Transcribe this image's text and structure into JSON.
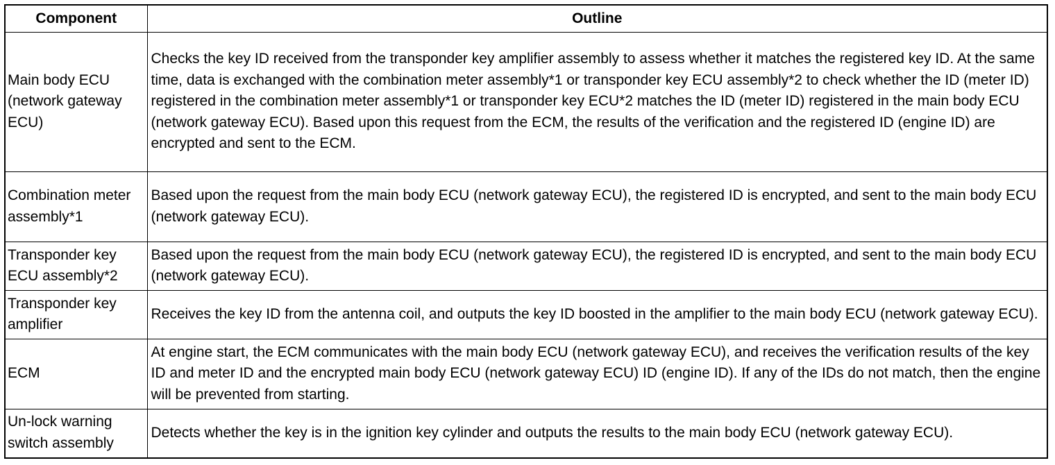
{
  "table": {
    "headers": [
      "Component",
      "Outline"
    ],
    "rows": [
      {
        "component": "Main body ECU (network gateway ECU)",
        "outline": "Checks the key ID received from the transponder key amplifier assembly to assess whether it matches the registered key ID. At the same time, data is exchanged with the combination meter assembly*1 or transponder key ECU assembly*2 to check whether the ID (meter ID) registered in the combination meter assembly*1 or transponder key ECU*2 matches the ID (meter ID) registered in the main body ECU (network gateway ECU). Based upon this request from the ECM, the results of the verification and the registered ID (engine ID) are encrypted and sent to the ECM."
      },
      {
        "component": "Combination meter assembly*1",
        "outline": "Based upon the request from the main body ECU (network gateway ECU), the registered ID is encrypted, and sent to the main body ECU (network gateway ECU)."
      },
      {
        "component": "Transponder key ECU assembly*2",
        "outline": "Based upon the request from the main body ECU (network gateway ECU), the registered ID is encrypted, and sent to the main body ECU (network gateway ECU)."
      },
      {
        "component": "Transponder key amplifier",
        "outline": "Receives the key ID from the antenna coil, and outputs the key ID boosted in the amplifier to the main body ECU (network gateway ECU)."
      },
      {
        "component": "ECM",
        "outline": "At engine start, the ECM communicates with the main body ECU (network gateway ECU), and receives the verification results of the key ID and meter ID and the encrypted main body ECU (network gateway ECU) ID (engine ID). If any of the IDs do not match, then the engine will be prevented from starting."
      },
      {
        "component": "Un-lock warning switch assembly",
        "outline": "Detects whether the key is in the ignition key cylinder and outputs the results to the main body ECU (network gateway ECU)."
      }
    ]
  }
}
